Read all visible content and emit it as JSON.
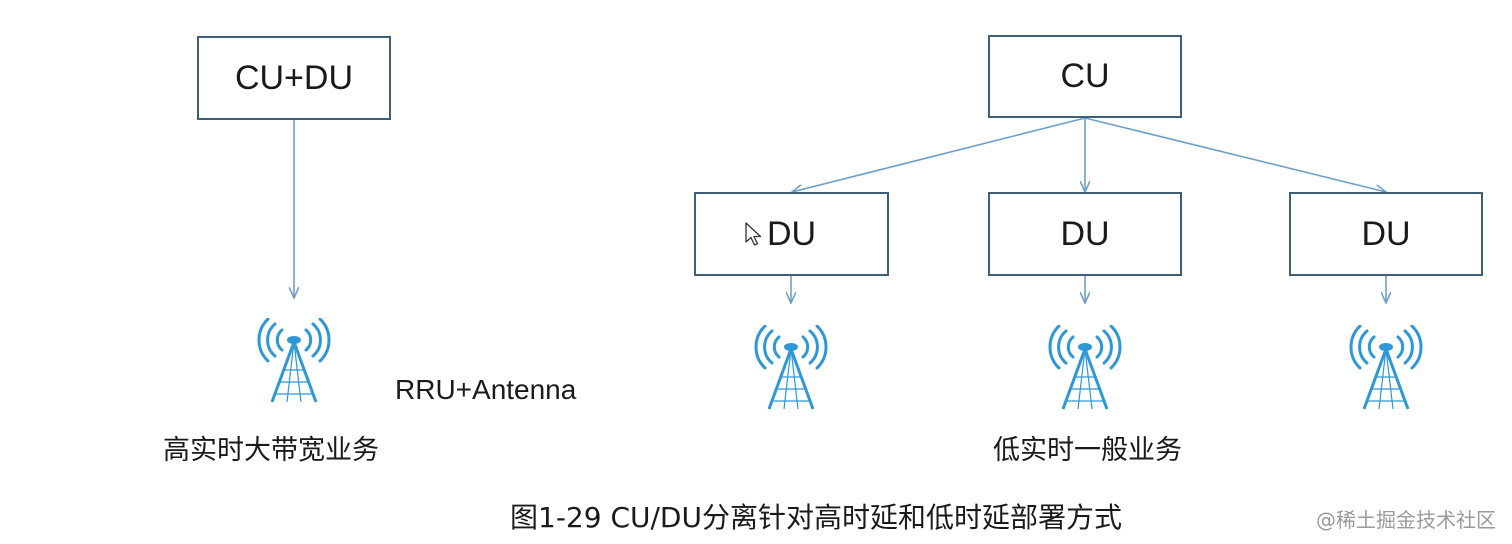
{
  "header_fragment": "",
  "boxes": {
    "cu_du": "CU+DU",
    "cu": "CU",
    "du_1": "DU",
    "du_2": "DU",
    "du_3": "DU"
  },
  "labels": {
    "rru_antenna": "RRU+Antenna",
    "high_realtime": "高实时大带宽业务",
    "low_realtime": "低实时一般业务"
  },
  "caption": "图1-29 CU/DU分离针对高时延和低时延部署方式",
  "watermark": "@稀土掘金技术社区",
  "colors": {
    "box_border": "#3f5e78",
    "arrow": "#6f9fc9",
    "antenna": "#2e98d6"
  },
  "icons": [
    "antenna-tower-icon",
    "mouse-cursor-icon"
  ]
}
